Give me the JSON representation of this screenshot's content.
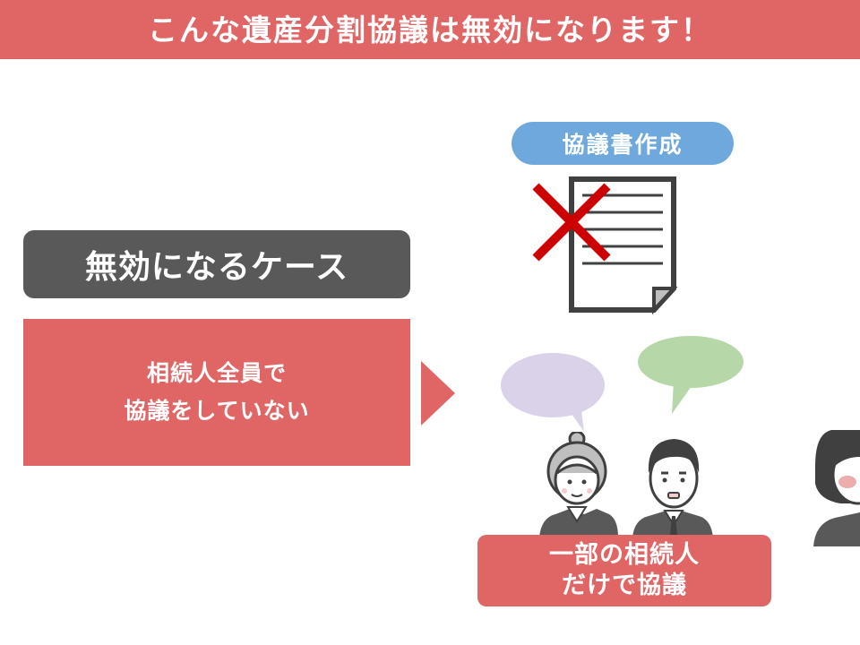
{
  "header": {
    "title": "こんな遺産分割協議は無効になります！"
  },
  "case_label": {
    "text": "無効になるケース"
  },
  "reason": {
    "line1": "相続人全員で",
    "line2": "協議をしていない"
  },
  "document": {
    "label": "協議書作成"
  },
  "bottom_caption": {
    "line1": "一部の相続人",
    "line2": "だけで協議"
  },
  "colors": {
    "header_bg": "#e06666",
    "case_label_bg": "#595959",
    "pill_bg": "#6fa8dc",
    "cross": "#cc0000",
    "bubble_left": "#d9d2e9",
    "bubble_right": "#b6d7a8"
  },
  "icons": {
    "document": "document-icon",
    "cross": "cross-mark-icon",
    "elderly_woman": "elderly-woman-icon",
    "man": "man-icon"
  }
}
